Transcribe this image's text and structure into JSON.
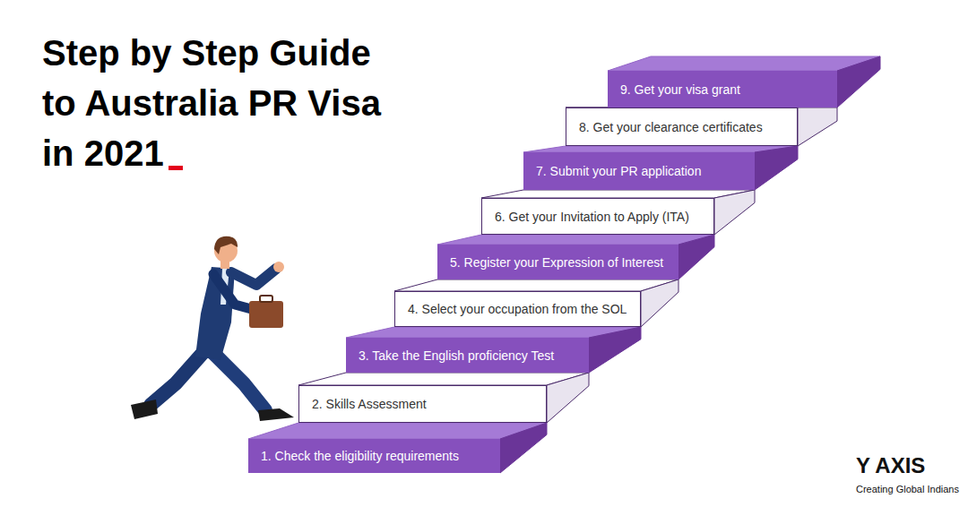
{
  "diagram": {
    "title": "Step by Step Guide to Australia PR Visa in 2021",
    "nodes": [
      {
        "text": [
          "1. Check the eligibility requirements"
        ]
      },
      {
        "text": [
          "2. Skills Assessment"
        ]
      },
      {
        "text": [
          "3. Take the English proficiency Test"
        ]
      },
      {
        "text": [
          "4. Select your occupation from the SOL"
        ]
      },
      {
        "text": [
          "5. Register your Expression of Interest"
        ]
      },
      {
        "text": [
          "6. Get your Invitation to Apply (ITA)"
        ]
      },
      {
        "text": [
          "7. Submit your PR application"
        ]
      },
      {
        "text": [
          "8. Get your clearance certificates"
        ]
      },
      {
        "text": [
          "9. Get your visa grant"
        ]
      }
    ],
    "labels": [
      "Y AXIS",
      "Creating Global Indians"
    ]
  }
}
